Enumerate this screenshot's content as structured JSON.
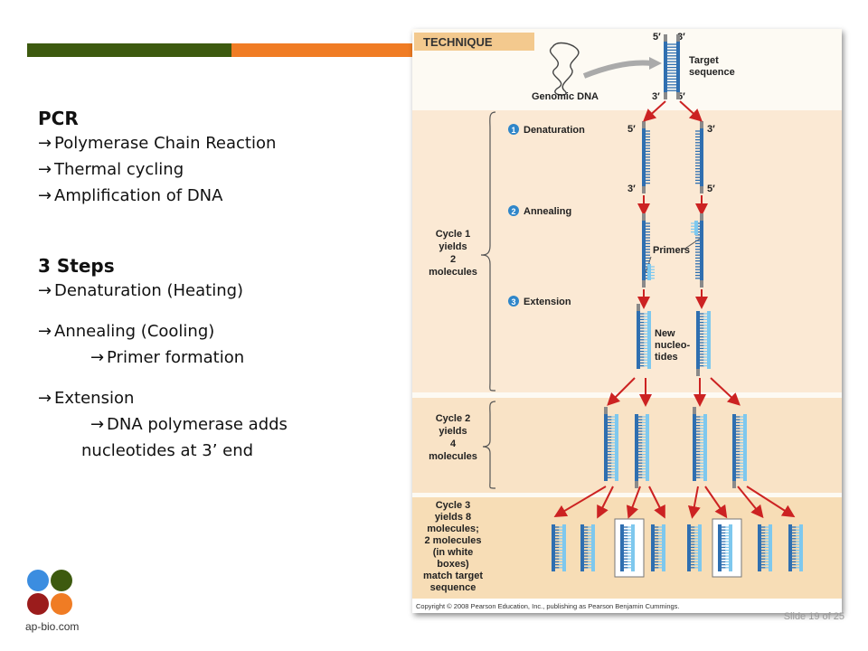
{
  "colors": {
    "green_bar": "#3d5a0f",
    "orange_bar": "#f07c24",
    "dna_blue": "#2f6fb0",
    "new_strand": "#7ec8ee",
    "arrow_red": "#cc2222"
  },
  "text": {
    "pcr_heading": "PCR",
    "pcr_items": [
      "Polymerase Chain Reaction",
      "Thermal cycling",
      "Amplification of DNA"
    ],
    "steps_heading": "3 Steps",
    "step1": "Denaturation (Heating)",
    "step2": "Annealing (Cooling)",
    "step2_sub": "Primer formation",
    "step3": "Extension",
    "step3_sub_line1": "DNA polymerase adds",
    "step3_sub_line2": "nucleotides at 3’ end"
  },
  "figure": {
    "technique": "TECHNIQUE",
    "genomic": "Genomic DNA",
    "target_line1": "Target",
    "target_line2": "sequence",
    "five": "5′",
    "three": "3′",
    "step1_num": "1",
    "step1": "Denaturation",
    "step2_num": "2",
    "step2": "Annealing",
    "step3_num": "3",
    "step3": "Extension",
    "primers": "Primers",
    "new1": "New",
    "new2": "nucleo-",
    "new3": "tides",
    "cycle1": [
      "Cycle 1",
      "yields",
      "2",
      "molecules"
    ],
    "cycle2": [
      "Cycle 2",
      "yields",
      "4",
      "molecules"
    ],
    "cycle3": [
      "Cycle 3",
      "yields 8",
      "molecules;",
      "2 molecules",
      "(in white",
      "boxes)",
      "match target",
      "sequence"
    ],
    "copyright": "Copyright © 2008 Pearson Education, Inc., publishing as Pearson Benjamin Cummings."
  },
  "footer": {
    "slide_number": "Slide 19 of 25",
    "logo_text": "ap-bio.com"
  },
  "logo": {
    "colors": [
      "#3b8de0",
      "#3d5a0f",
      "#9b1c1c",
      "#f07c24"
    ]
  }
}
